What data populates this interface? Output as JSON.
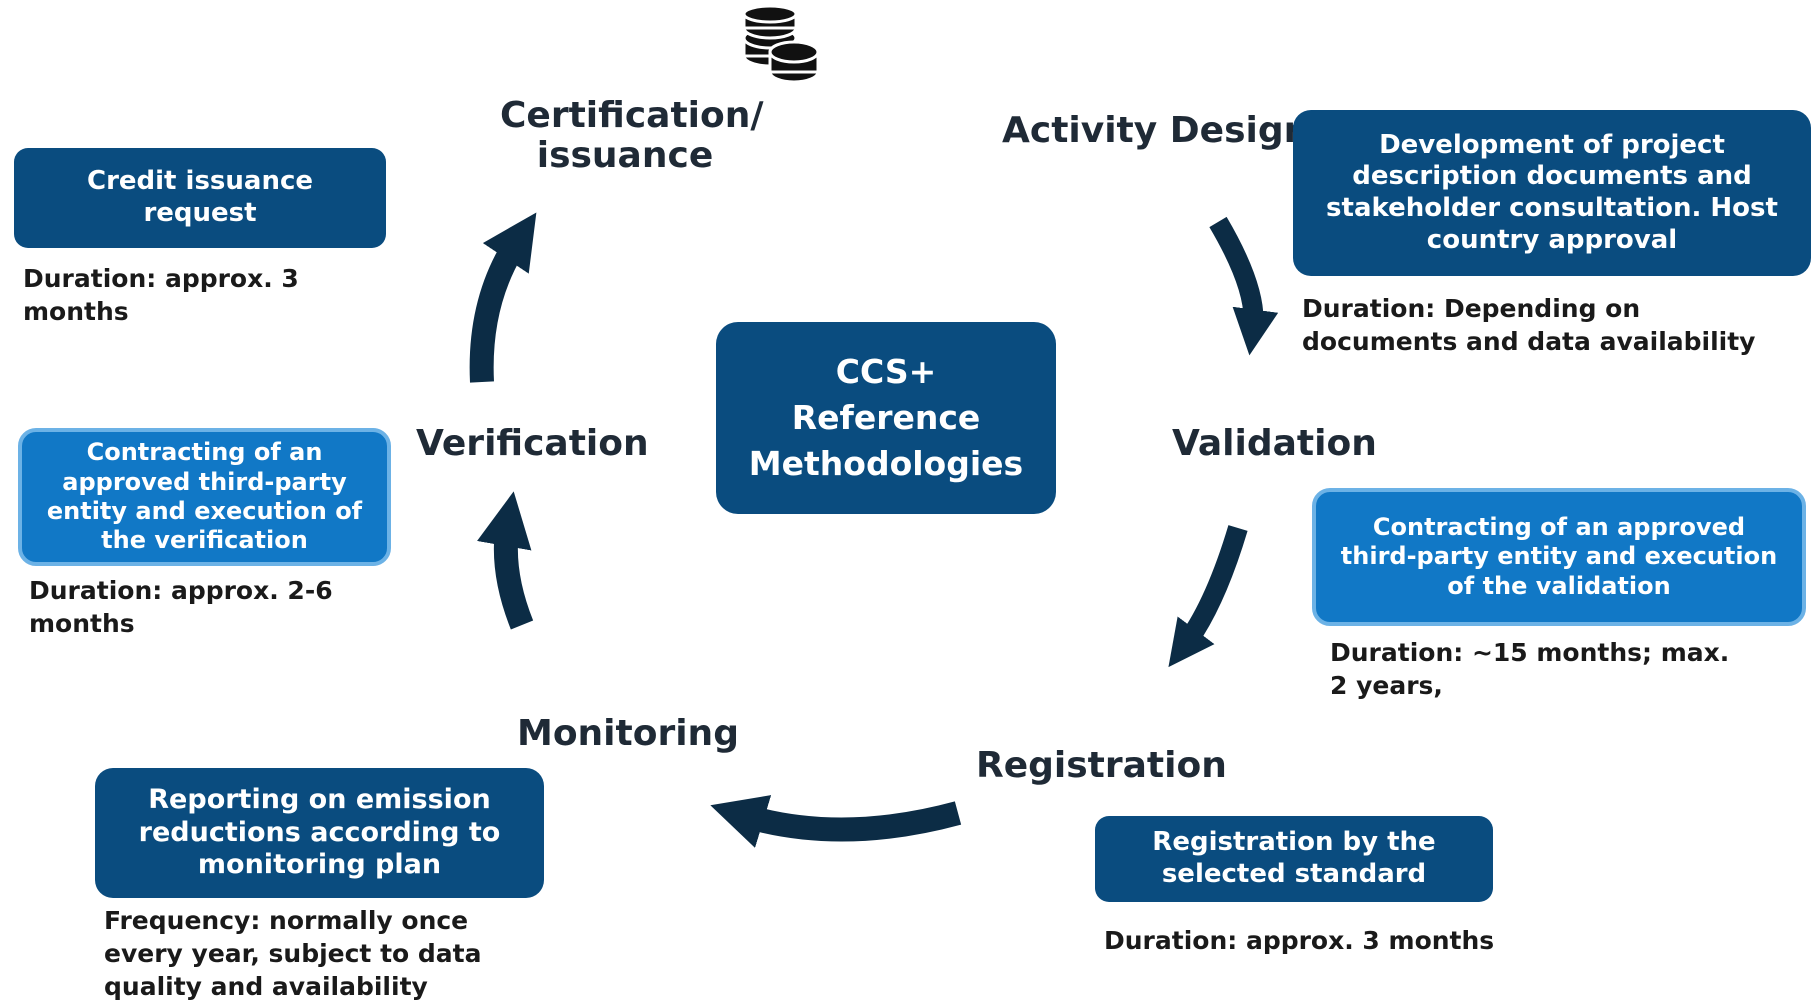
{
  "center": {
    "title": "CCS+ Reference Methodologies"
  },
  "stages": {
    "activity_design": {
      "label": "Activity Design",
      "box": "Development of project description documents and stakeholder consultation. Host country approval",
      "note": "Duration: Depending on documents and data availability"
    },
    "validation": {
      "label": "Validation",
      "box": "Contracting of an approved third-party entity and execution of the validation",
      "note": "Duration: ~15 months; max. 2 years,"
    },
    "registration": {
      "label": "Registration",
      "box": "Registration by the selected standard",
      "note": "Duration: approx. 3 months"
    },
    "monitoring": {
      "label": "Monitoring",
      "box": "Reporting on emission reductions according to monitoring plan",
      "note": "Frequency: normally once every year, subject to data quality and availability"
    },
    "verification": {
      "label": "Verification",
      "box": "Contracting of an approved third-party entity and execution of the verification",
      "note": "Duration: approx. 2-6 months"
    },
    "certification": {
      "label": "Certification/ issuance",
      "box": "Credit issuance request",
      "note": "Duration: approx. 3 months"
    }
  },
  "icons": [
    "coins-icon"
  ],
  "colors": {
    "dark_box": "#0a4c7f",
    "light_box": "#1178c6",
    "light_border": "#6cb2e6",
    "arrow": "#0c2c45"
  }
}
